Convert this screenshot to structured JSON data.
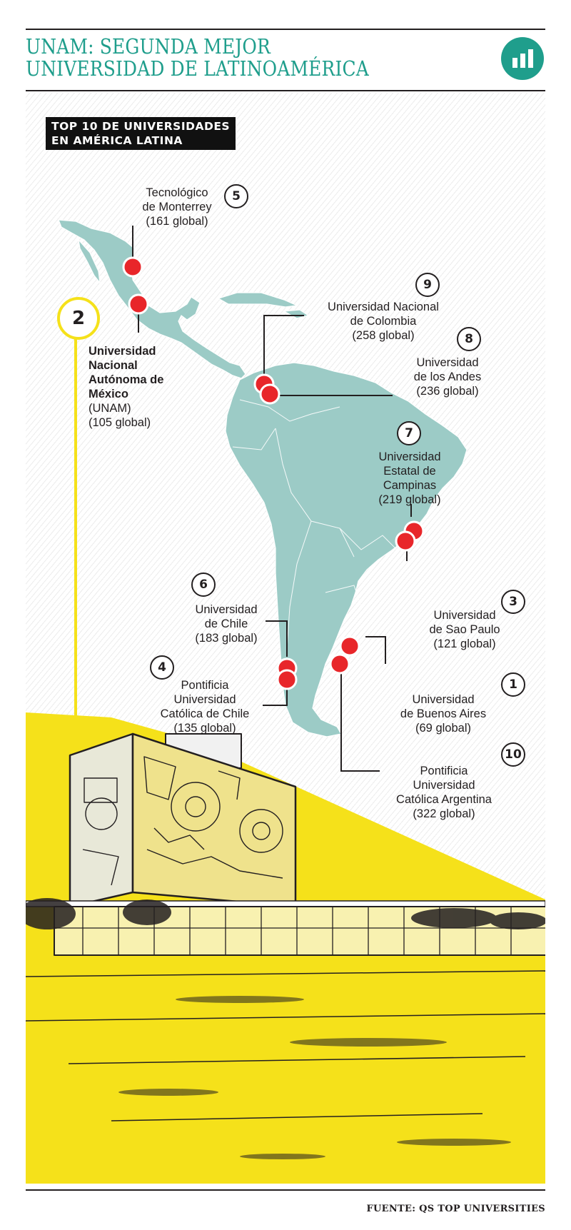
{
  "header": {
    "title_line1": "UNAM: SEGUNDA MEJOR",
    "title_line2": "UNIVERSIDAD DE LATINOAMÉRICA",
    "logo_icon": "bar-chart-icon"
  },
  "badge": {
    "line1": "TOP 10 DE UNIVERSIDADES",
    "line2": "EN AMÉRICA LATINA"
  },
  "colors": {
    "accent": "#1f9e8c",
    "map": "#9ccbc6",
    "marker": "#e8262a",
    "yellow": "#f5e11a"
  },
  "universities": [
    {
      "rank": "1",
      "lines": [
        "Universidad",
        "de Buenos Aires",
        "(69 global)"
      ]
    },
    {
      "rank": "2",
      "lines": [
        "Universidad",
        "Nacional",
        "Autónoma de",
        "México"
      ],
      "extra": [
        "(UNAM)",
        "(105 global)"
      ]
    },
    {
      "rank": "3",
      "lines": [
        "Universidad",
        "de Sao Paulo",
        "(121 global)"
      ]
    },
    {
      "rank": "4",
      "lines": [
        "Pontificia",
        "Universidad",
        "Católica de Chile",
        "(135 global)"
      ]
    },
    {
      "rank": "5",
      "lines": [
        "Tecnológico",
        "de Monterrey",
        "(161 global)"
      ]
    },
    {
      "rank": "6",
      "lines": [
        "Universidad",
        "de Chile",
        "(183 global)"
      ]
    },
    {
      "rank": "7",
      "lines": [
        "Universidad",
        "Estatal de",
        "Campinas",
        "(219 global)"
      ]
    },
    {
      "rank": "8",
      "lines": [
        "Universidad",
        "de los Andes",
        "(236 global)"
      ]
    },
    {
      "rank": "9",
      "lines": [
        "Universidad Nacional",
        "de Colombia",
        "(258 global)"
      ]
    },
    {
      "rank": "10",
      "lines": [
        "Pontificia",
        "Universidad",
        "Católica Argentina",
        "(322 global)"
      ]
    }
  ],
  "footer": {
    "source": "FUENTE: QS TOP UNIVERSITIES"
  }
}
